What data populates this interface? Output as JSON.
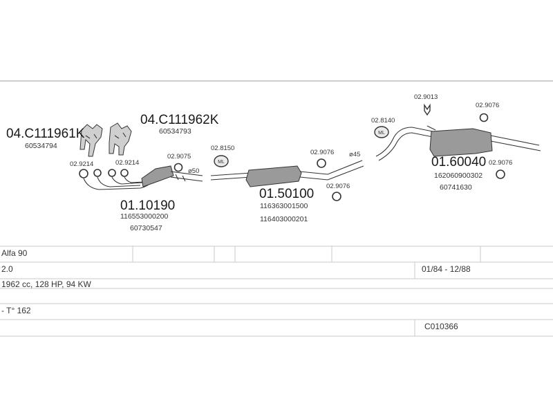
{
  "labels": {
    "manifold_left": "04.C111961K",
    "manifold_left_sub": "60534794",
    "manifold_right": "04.C111962K",
    "manifold_right_sub": "60534793",
    "clamp_l1": "02.9214",
    "clamp_l2": "02.9214",
    "clamp_l3": "02.9075",
    "hanger_1": "02.8150",
    "pipe_50": "ø50",
    "front_pipe": "01.10190",
    "front_pipe_sub1": "116553000200",
    "front_pipe_sub2": "60730547",
    "middle_box": "01.50100",
    "middle_box_sub1": "116363001500",
    "middle_box_sub2": "116403000201",
    "clamp_m1": "02.9076",
    "clamp_m2": "02.9076",
    "pipe_45": "ø45",
    "hanger_2": "02.8140",
    "hanger_3": "02.9013",
    "clamp_r1": "02.9076",
    "clamp_r2": "02.9076",
    "rear_box": "01.60040",
    "rear_box_sub1": "162060900302",
    "rear_box_sub2": "60741630"
  },
  "table": {
    "model": "Alfa 90",
    "engine": "2.0",
    "years": "01/84 - 12/88",
    "specs": "1962 cc, 128 HP, 94 KW",
    "type": "- T° 162",
    "code": "C010366"
  }
}
